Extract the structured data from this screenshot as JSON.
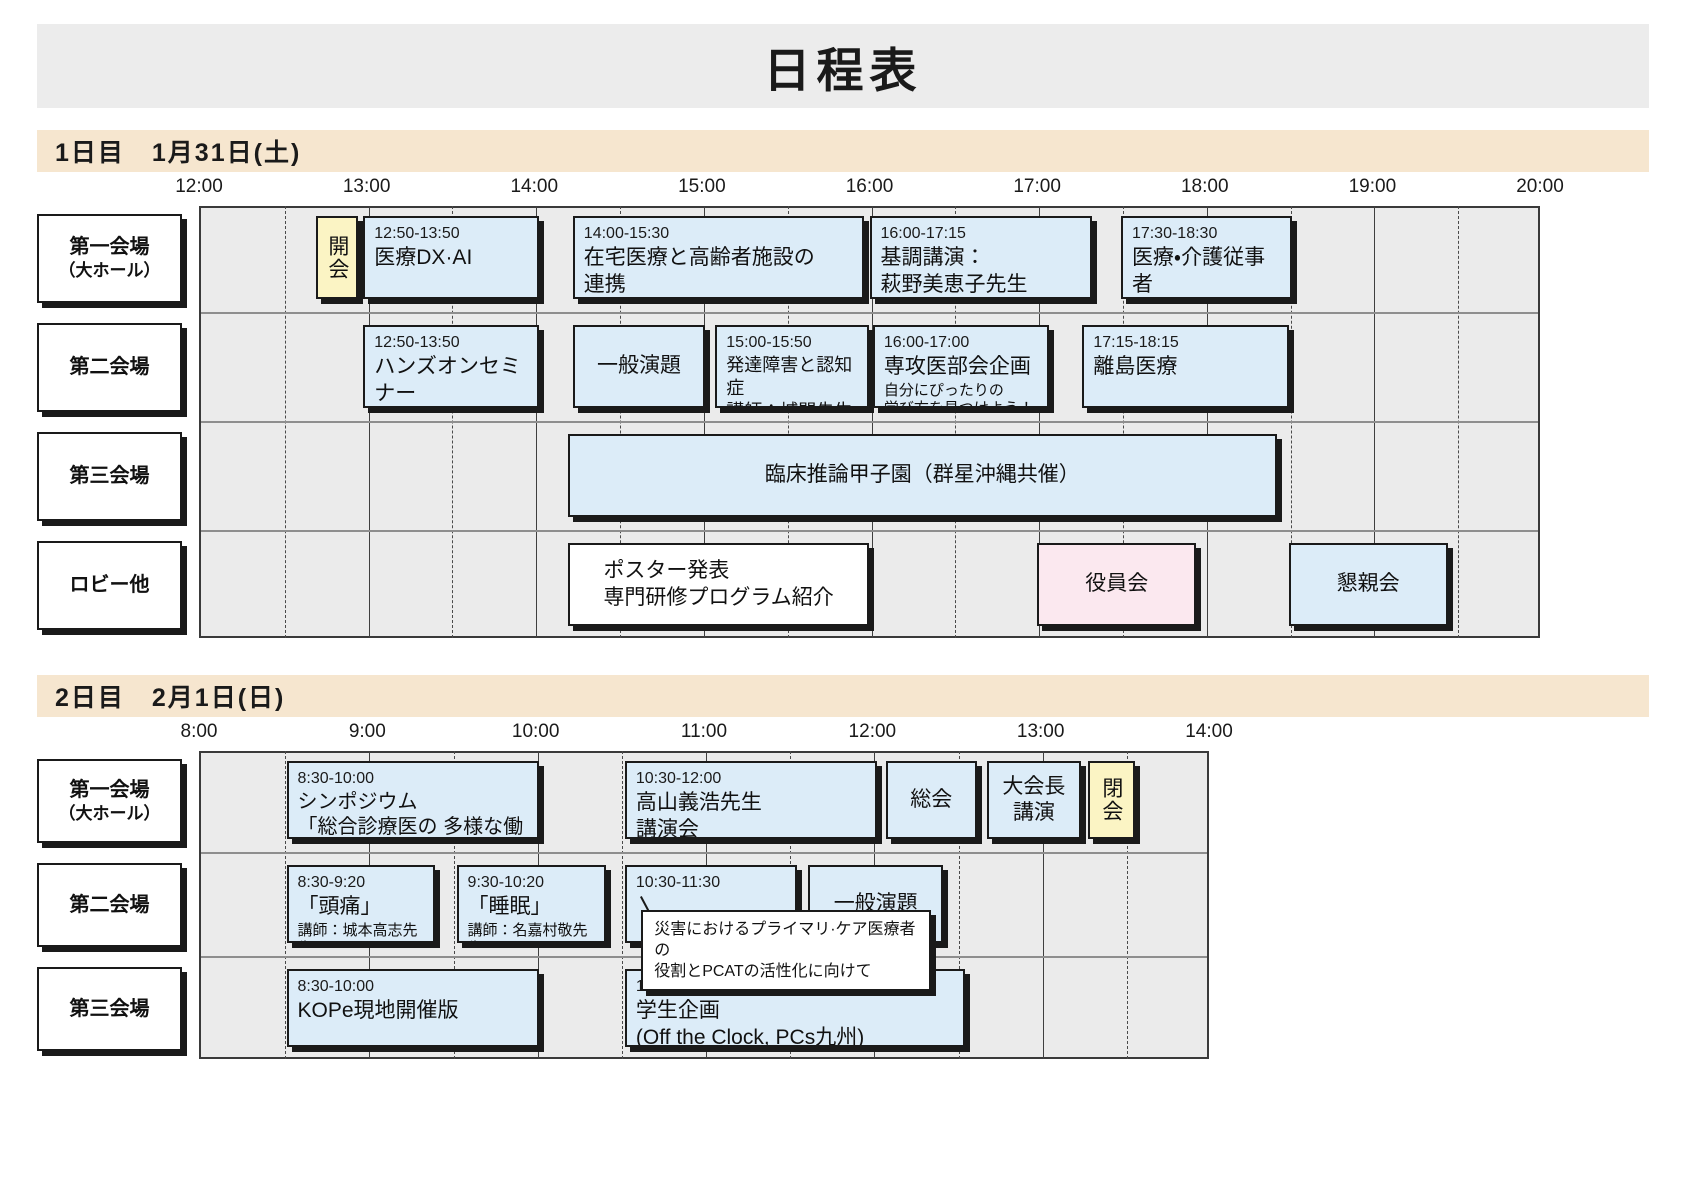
{
  "header": {
    "title": "日程表"
  },
  "days": [
    {
      "banner": "1日目　1月31日(土)",
      "axis": {
        "start": 12,
        "end": 20,
        "labels": [
          "12:00",
          "13:00",
          "14:00",
          "15:00",
          "16:00",
          "17:00",
          "18:00",
          "19:00",
          "20:00"
        ]
      },
      "rows": [
        {
          "label": "第一会場",
          "sub": "（大ホール）"
        },
        {
          "label": "第二会場",
          "sub": ""
        },
        {
          "label": "第三会場",
          "sub": ""
        },
        {
          "label": "ロビー他",
          "sub": ""
        }
      ],
      "sessions": [
        {
          "row": 0,
          "start": 12.7,
          "end": 12.95,
          "color": "yellow",
          "vertical": true,
          "time": "",
          "name": "開会",
          "note": ""
        },
        {
          "row": 0,
          "start": 12.98,
          "end": 14.03,
          "color": "blue",
          "time": "12:50-13:50",
          "name": "医療DX·AI",
          "note": ""
        },
        {
          "row": 0,
          "start": 14.23,
          "end": 15.97,
          "color": "blue",
          "time": "14:00-15:30",
          "name": "在宅医療と高齢者施設の\n連携",
          "note": ""
        },
        {
          "row": 0,
          "start": 16.0,
          "end": 17.33,
          "color": "blue",
          "time": "16:00-17:15",
          "name": "基調講演：\n萩野美恵子先生",
          "note": ""
        },
        {
          "row": 0,
          "start": 17.5,
          "end": 18.52,
          "color": "blue",
          "time": "17:30-18:30",
          "name": "医療・介護従事者\nのシャドーワーク",
          "note": ""
        },
        {
          "row": 1,
          "start": 12.98,
          "end": 14.03,
          "color": "blue",
          "time": "12:50-13:50",
          "name": "ハンズオンセミナー\n（佐藤先生）",
          "note": ""
        },
        {
          "row": 1,
          "start": 14.23,
          "end": 15.02,
          "color": "blue",
          "centered": true,
          "time": "",
          "name": "一般演題",
          "note": ""
        },
        {
          "row": 1,
          "start": 15.08,
          "end": 16.0,
          "color": "blue",
          "time": "15:00-15:50",
          "name": "発達障害と認知症\n講師：城間先生",
          "nameSize": 18,
          "note": ""
        },
        {
          "row": 1,
          "start": 16.02,
          "end": 17.07,
          "color": "blue",
          "time": "16:00-17:00",
          "name": "専攻医部会企画",
          "note": "自分にぴったりの\n学び方を見つけよう！"
        },
        {
          "row": 1,
          "start": 17.27,
          "end": 18.5,
          "color": "blue",
          "time": "17:15-18:15",
          "name": "離島医療",
          "note": ""
        },
        {
          "row": 2,
          "start": 14.2,
          "end": 18.43,
          "color": "blue",
          "centered": true,
          "time": "",
          "name": "臨床推論甲子園（群星沖縄共催）",
          "note": ""
        },
        {
          "row": 3,
          "start": 14.2,
          "end": 16.0,
          "color": "white",
          "centered": true,
          "time": "",
          "name": "ポスター発表\n専門研修プログラム紹介",
          "align": "left",
          "note": ""
        },
        {
          "row": 3,
          "start": 17.0,
          "end": 17.95,
          "color": "pink",
          "centered": true,
          "time": "",
          "name": "役員会",
          "note": ""
        },
        {
          "row": 3,
          "start": 18.5,
          "end": 19.45,
          "color": "blue",
          "centered": true,
          "time": "",
          "name": "懇親会",
          "note": ""
        }
      ]
    },
    {
      "banner": "2日目　2月1日(日)",
      "axis": {
        "start": 8,
        "end": 14,
        "labels": [
          "8:00",
          "9:00",
          "10:00",
          "11:00",
          "12:00",
          "13:00",
          "14:00"
        ]
      },
      "rows": [
        {
          "label": "第一会場",
          "sub": "（大ホール）"
        },
        {
          "label": "第二会場",
          "sub": ""
        },
        {
          "label": "第三会場",
          "sub": ""
        }
      ],
      "sessions": [
        {
          "row": 0,
          "start": 8.52,
          "end": 10.02,
          "color": "blue",
          "time": "8:30-10:00",
          "name": "シンポジウム\n「総合診療医の 多様な働き方」",
          "nameSize": 20,
          "note": ""
        },
        {
          "row": 0,
          "start": 10.53,
          "end": 12.03,
          "color": "blue",
          "time": "10:30-12:00",
          "name": "高山義浩先生\n講演会",
          "note": ""
        },
        {
          "row": 0,
          "start": 12.08,
          "end": 12.62,
          "color": "blue",
          "centered": true,
          "time": "",
          "name": "総会",
          "note": ""
        },
        {
          "row": 0,
          "start": 12.68,
          "end": 13.24,
          "color": "blue",
          "centered": true,
          "time": "",
          "name": "大会長\n講演",
          "note": ""
        },
        {
          "row": 0,
          "start": 13.28,
          "end": 13.56,
          "color": "yellow",
          "vertical": true,
          "time": "",
          "name": "閉会",
          "note": ""
        },
        {
          "row": 1,
          "start": 8.52,
          "end": 9.4,
          "color": "blue",
          "time": "8:30-9:20",
          "name": "「頭痛」",
          "note": "講師：城本高志先生"
        },
        {
          "row": 1,
          "start": 9.53,
          "end": 10.42,
          "color": "blue",
          "time": "9:30-10:20",
          "name": "「睡眠」",
          "note": "講師：名嘉村敬先生"
        },
        {
          "row": 1,
          "start": 10.53,
          "end": 11.55,
          "color": "blue",
          "time": "10:30-11:30",
          "name": "",
          "note": ""
        },
        {
          "row": 1,
          "start": 11.62,
          "end": 12.42,
          "color": "blue",
          "centered": true,
          "time": "",
          "name": "一般演題",
          "note": ""
        },
        {
          "row": 2,
          "start": 8.52,
          "end": 10.02,
          "color": "blue",
          "time": "8:30-10:00",
          "name": "KOPe現地開催版",
          "note": ""
        },
        {
          "row": 2,
          "start": 10.53,
          "end": 12.55,
          "color": "blue",
          "time": "10:30-12:30",
          "name": "学生企画\n(Off the Clock, PCs九州)",
          "note": ""
        }
      ],
      "callout": {
        "text": "災害におけるプライマリ·ケア医療者の\n役割とPCATの活性化に向けて"
      }
    }
  ]
}
